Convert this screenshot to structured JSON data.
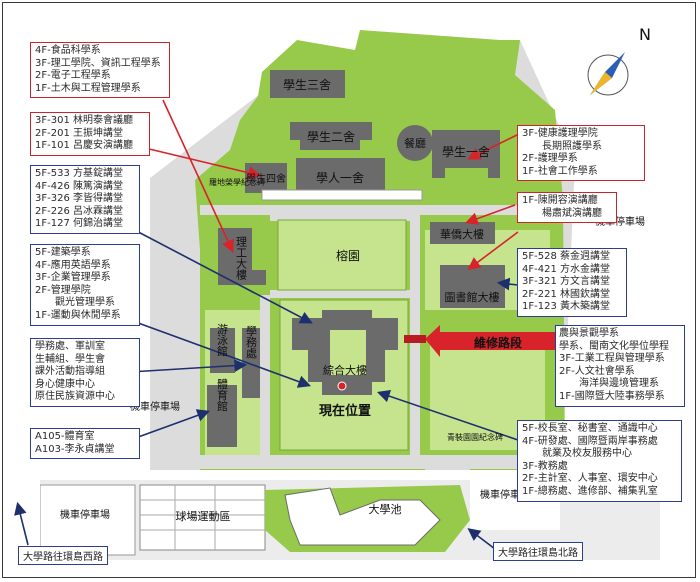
{
  "map": {
    "north_label": "N",
    "buildings": {
      "dorm3": "學生三舍",
      "dorm2": "學生二舍",
      "dorm1": "學生一舍",
      "dining": "餐廳",
      "dorm4": "學生四舍",
      "men1": "學人一舍",
      "monument": "羅地榮學紀念碑",
      "science": "理工大樓",
      "pine_garden": "榕園",
      "huagiao": "華僑大樓",
      "library": "圖書館大樓",
      "pool": "游泳館",
      "arts": "學務處",
      "gym": "體育館",
      "main": "綜合大樓",
      "here": "現在位置",
      "repair": "維修路段",
      "moto1": "機車停車場",
      "moto2": "機車停車場",
      "moto3": "機車停車場",
      "moto4": "機車停車場",
      "ball": "球場運動區",
      "lake": "大學池",
      "yudao": "青裝園園紀念碑"
    },
    "road_left": "大學路往環島西路",
    "road_right": "大學路往環島北路"
  },
  "notes": {
    "n1": [
      "4F-食品科學系",
      "3F-理工學院、資訊工程學系",
      "2F-電子工程學系",
      "1F-土木與工程管理學系"
    ],
    "n2": [
      "3F-301 林明泰會議廳",
      "2F-201 王振坤講堂",
      "1F-101 呂慶安演講廳"
    ],
    "n3": [
      "5F-533 方基錠講堂",
      "4F-426 陳篤演講堂",
      "3F-326 李皆得講堂",
      "2F-226 呂冰霖講堂",
      "1F-127 何錦治講堂"
    ],
    "n4": [
      "5F-建築學系",
      "4F-應用英語學系",
      "3F-企業管理學系",
      "2F-管理學院",
      "　　觀光管理學系",
      "1F-運動與休閒學系"
    ],
    "n5": [
      "學務處、軍訓室",
      "生輔組、學生會",
      "課外活動指導組",
      "身心健康中心",
      "原住民族資源中心"
    ],
    "n6": [
      "A105-體育室",
      "A103-李永貞講堂"
    ],
    "n7": [
      "3F-健康護理學院",
      "　　長期照護學系",
      "2F-護理學系",
      "1F-社會工作學系"
    ],
    "n8": [
      "1F-陳開容演講廳",
      "　　楊肅斌演講廳"
    ],
    "n9": [
      "5F-528 蔡金週講堂",
      "4F-421 方水金講堂",
      "3F-321 方文言講堂",
      "2F-221 林國欽講堂",
      "1F-123 黃木築講堂"
    ],
    "n10": [
      "農與景觀學系",
      "學系、閩南文化學位學程",
      "3F-工業工程與管理學系",
      "2F-人文社會學系",
      "　　海洋與邊境管理系",
      "1F-國際暨大陸事務學系"
    ],
    "n11": [
      "5F-校長室、秘書室、通識中心",
      "4F-研發處、國際暨兩岸事務處",
      "　　就業及校友服務中心",
      "3F-教務處",
      "2F-主計室、人事室、環安中心",
      "1F-總務處、進修部、補集乳室"
    ]
  },
  "colors": {
    "grass": "#97c94b",
    "grass_light": "#c6e48e",
    "road": "#dcdcdc",
    "building": "#6b6b6b",
    "roof": "#8a8a8a",
    "red_arrow": "#d8232a",
    "blue_arrow": "#1e2f6e",
    "note_red": "#c8262b",
    "note_blue": "#2b3f8c"
  }
}
